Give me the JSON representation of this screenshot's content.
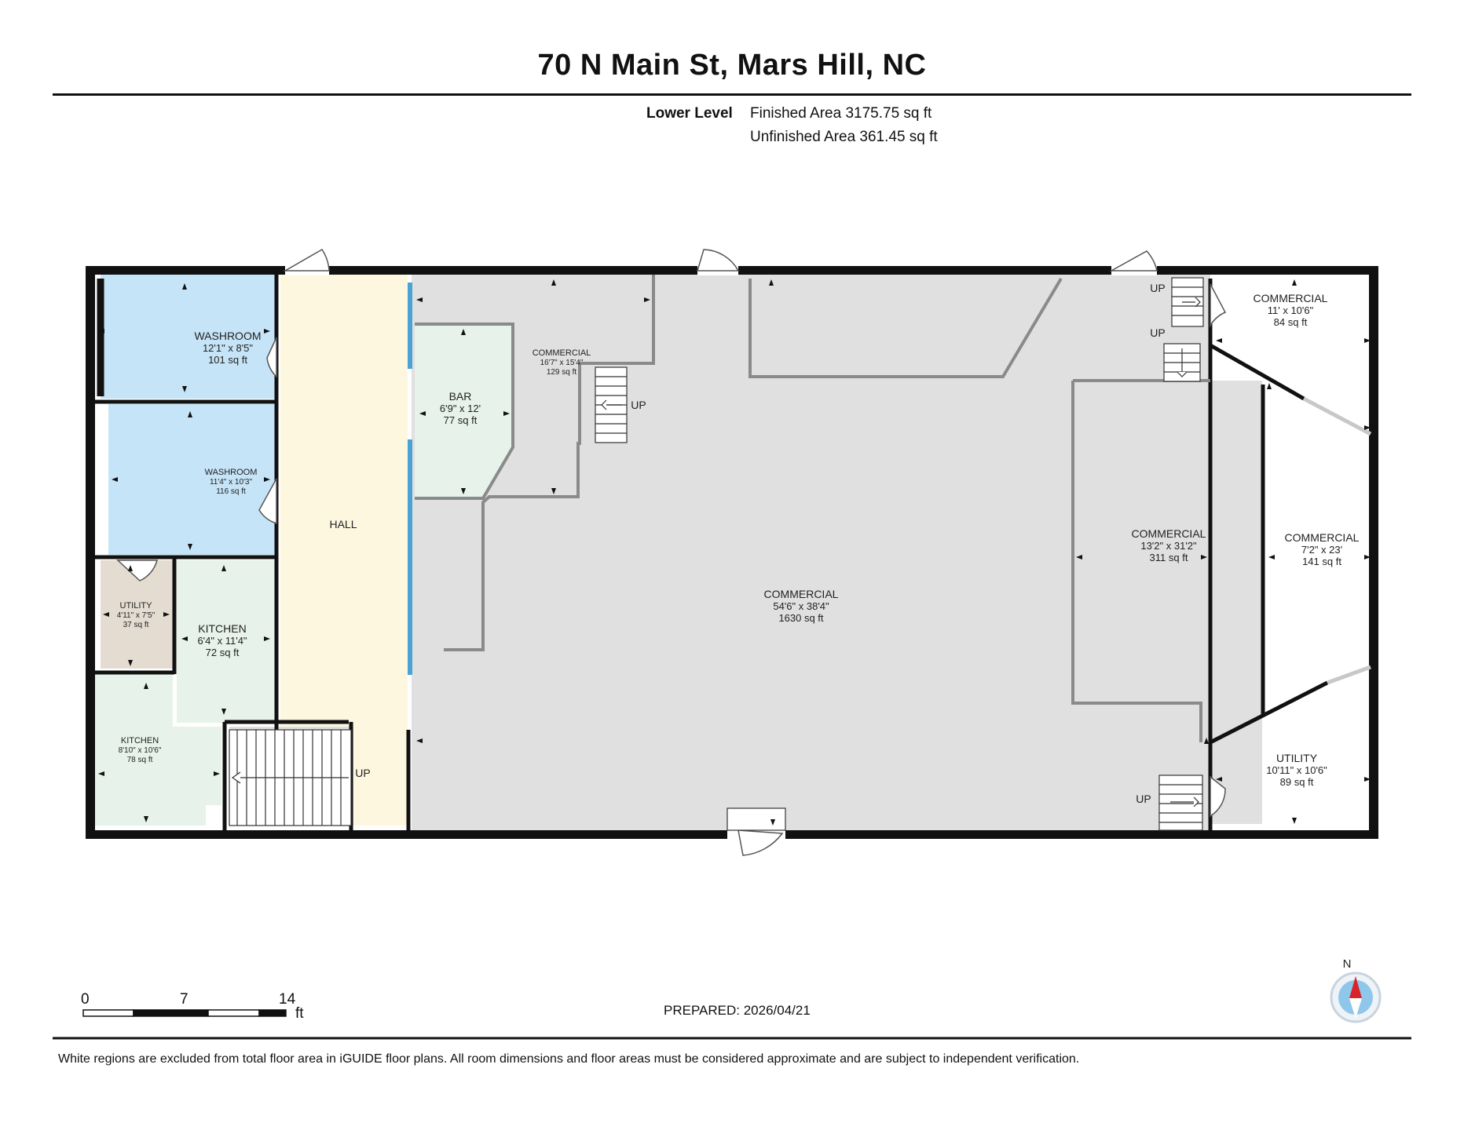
{
  "title": "70 N Main St, Mars Hill, NC",
  "level": {
    "name": "Lower Level",
    "finished_area": "Finished Area 3175.75 sq ft",
    "unfinished_area": "Unfinished Area 361.45 sq ft"
  },
  "rooms": [
    {
      "name": "WASHROOM",
      "dims": "12'1\" x 8'5\"",
      "area": "101 sq ft"
    },
    {
      "name": "WASHROOM",
      "dims": "11'4\" x 10'3\"",
      "area": "116 sq ft"
    },
    {
      "name": "UTILITY",
      "dims": "4'11\" x 7'5\"",
      "area": "37 sq ft"
    },
    {
      "name": "KITCHEN",
      "dims": "6'4\" x 11'4\"",
      "area": "72 sq ft"
    },
    {
      "name": "KITCHEN",
      "dims": "8'10\" x 10'6\"",
      "area": "78 sq ft"
    },
    {
      "name": "HALL"
    },
    {
      "name": "BAR",
      "dims": "6'9\" x 12'",
      "area": "77 sq ft"
    },
    {
      "name": "COMMERCIAL",
      "dims": "16'7\" x 15'4\"",
      "area": "129 sq ft"
    },
    {
      "name": "COMMERCIAL",
      "dims": "54'6\" x 38'4\"",
      "area": "1630 sq ft"
    },
    {
      "name": "COMMERCIAL",
      "dims": "13'2\" x 31'2\"",
      "area": "311 sq ft"
    },
    {
      "name": "COMMERCIAL",
      "dims": "11' x 10'6\"",
      "area": "84 sq ft"
    },
    {
      "name": "COMMERCIAL",
      "dims": "7'2\" x 23'",
      "area": "141 sq ft"
    },
    {
      "name": "UTILITY",
      "dims": "10'11\" x 10'6\"",
      "area": "89 sq ft"
    }
  ],
  "stair_label": "UP",
  "scale": {
    "ticks": [
      "0",
      "7",
      "14"
    ],
    "unit": "ft"
  },
  "compass": {
    "label": "N"
  },
  "prepared": "PREPARED: 2026/04/21",
  "disclaimer": "White regions are excluded from total floor area in iGUIDE floor plans. All room dimensions and floor areas must be considered approximate and are subject to independent verification.",
  "colors": {
    "washroom": "#c5e4f7",
    "hall": "#fdf7e0",
    "kitchen": "#e7f2ea",
    "bar": "#e7f2ea",
    "utility_small": "#e4dbd1",
    "commercial": "#e0e0e0",
    "wall": "#111111",
    "window": "#4aa3d6",
    "compass_arrow": "#d8232a"
  }
}
